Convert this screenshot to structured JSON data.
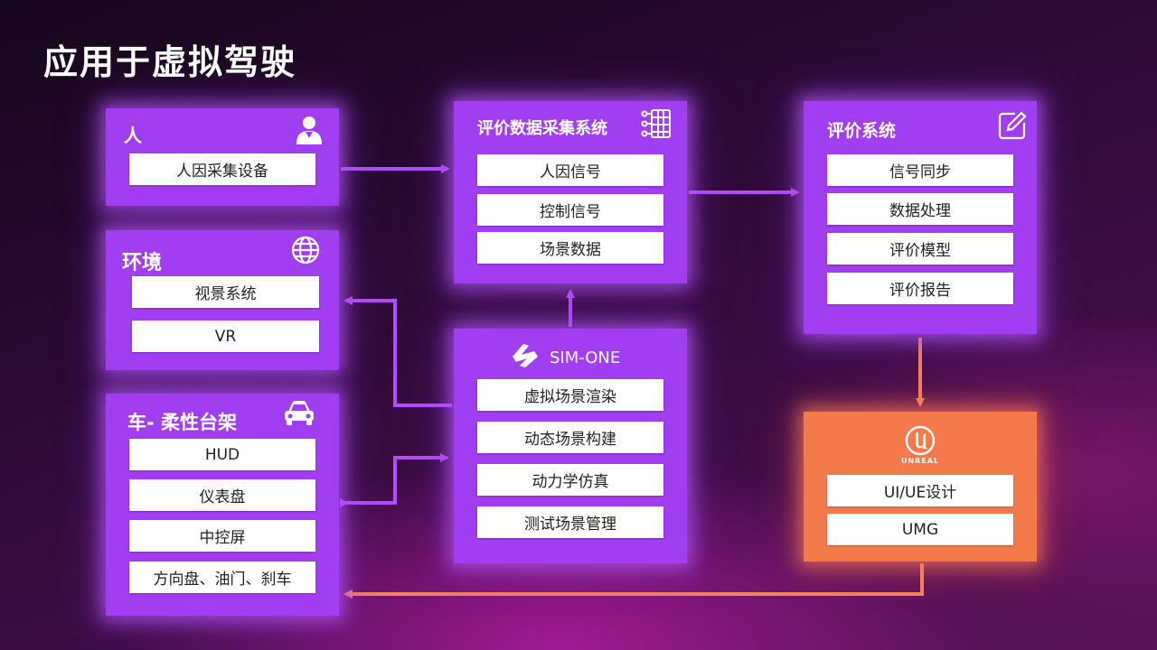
{
  "title": "应用于虚拟驾驶",
  "panels": {
    "person": {
      "title": "人",
      "icon": "person-icon",
      "items": [
        "人因采集设备"
      ]
    },
    "environment": {
      "title": "环境",
      "icon": "globe-icon",
      "items": [
        "视景系统",
        "VR"
      ]
    },
    "vehicle": {
      "title": "车- 柔性台架",
      "icon": "car-icon",
      "items": [
        "HUD",
        "仪表盘",
        "中控屏",
        "方向盘、油门、刹车"
      ]
    },
    "data_collection": {
      "title": "评价数据采集系统",
      "icon": "data-grid-icon",
      "items": [
        "人因信号",
        "控制信号",
        "场景数据"
      ]
    },
    "sim_one": {
      "title": "SIM-ONE",
      "icon": "sim-one-logo-icon",
      "items": [
        "虚拟场景渲染",
        "动态场景构建",
        "动力学仿真",
        "测试场景管理"
      ]
    },
    "evaluation": {
      "title": "评价系统",
      "icon": "edit-icon",
      "items": [
        "信号同步",
        "数据处理",
        "评价模型",
        "评价报告"
      ]
    },
    "unreal": {
      "logo_text": "UNREAL",
      "icon": "unreal-logo-icon",
      "items": [
        "UI/UE设计",
        "UMG"
      ]
    }
  },
  "colors": {
    "panel_purple": "#a23ef2",
    "panel_orange": "#f47a4c",
    "arrow_purple": "#b34cff",
    "arrow_orange": "#f4845a"
  }
}
